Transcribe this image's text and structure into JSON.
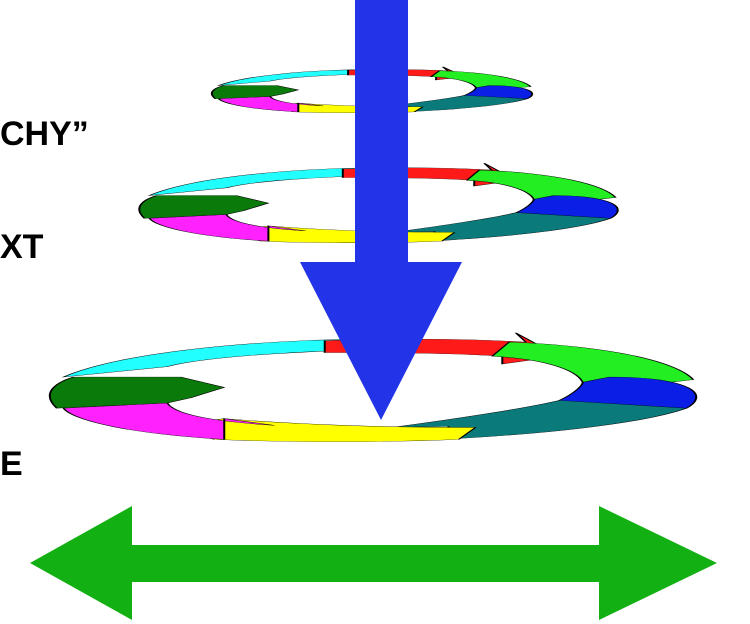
{
  "labels": {
    "hierarchy": "CHY”",
    "context": "XT",
    "third": "E"
  },
  "colors": {
    "down_arrow": "#2233e8",
    "horizontal_arrow": "#12b012",
    "ring_segments": [
      "#ff1a1a",
      "#22ee22",
      "#0a1ee6",
      "#0a7a7a",
      "#ffff00",
      "#ff22ff",
      "#0a7a0a",
      "#22ffff"
    ]
  },
  "icons": [
    "ring-cycle-icon",
    "down-arrow-icon",
    "double-headed-arrow-icon"
  ]
}
